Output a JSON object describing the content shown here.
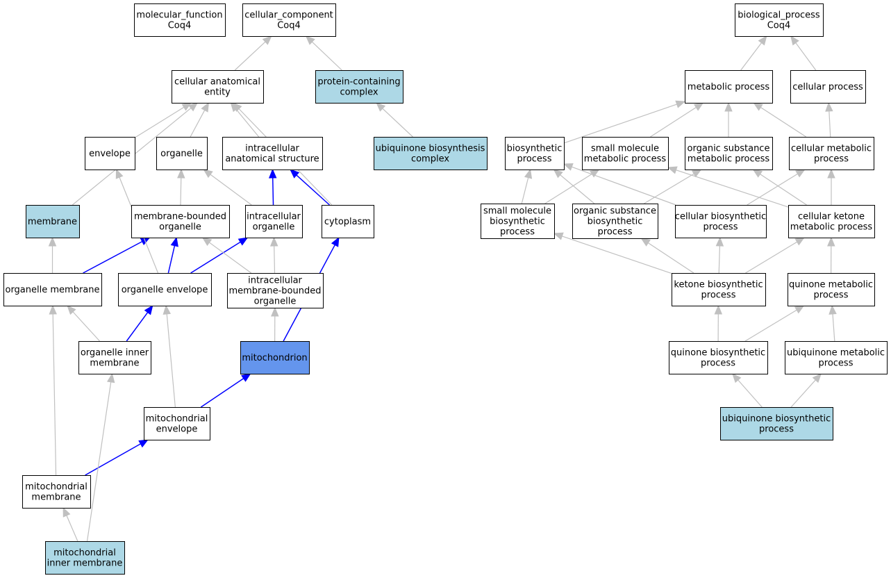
{
  "colors": {
    "default": "#ffffff",
    "highlight": "#add8e6",
    "focus": "#6495ed",
    "edge_gray": "#c0c0c0",
    "edge_blue": "#0000ff"
  },
  "nodes": [
    {
      "id": "mf_root",
      "lines": [
        "molecular_function",
        "Coq4"
      ],
      "fill": "default"
    },
    {
      "id": "cc_root",
      "lines": [
        "cellular_component",
        "Coq4"
      ],
      "fill": "default"
    },
    {
      "id": "bp_root",
      "lines": [
        "biological_process",
        "Coq4"
      ],
      "fill": "default"
    },
    {
      "id": "cae",
      "lines": [
        "cellular anatomical",
        "entity"
      ],
      "fill": "default"
    },
    {
      "id": "pcc",
      "lines": [
        "protein-containing",
        "complex"
      ],
      "fill": "highlight"
    },
    {
      "id": "ubc",
      "lines": [
        "ubiquinone biosynthesis",
        "complex"
      ],
      "fill": "highlight"
    },
    {
      "id": "envelope",
      "lines": [
        "envelope"
      ],
      "fill": "default"
    },
    {
      "id": "organelle",
      "lines": [
        "organelle"
      ],
      "fill": "default"
    },
    {
      "id": "ias",
      "lines": [
        "intracellular",
        "anatomical structure"
      ],
      "fill": "default"
    },
    {
      "id": "membrane",
      "lines": [
        "membrane"
      ],
      "fill": "highlight"
    },
    {
      "id": "mbo",
      "lines": [
        "membrane-bounded",
        "organelle"
      ],
      "fill": "default"
    },
    {
      "id": "io",
      "lines": [
        "intracellular",
        "organelle"
      ],
      "fill": "default"
    },
    {
      "id": "cytoplasm",
      "lines": [
        "cytoplasm"
      ],
      "fill": "default"
    },
    {
      "id": "om",
      "lines": [
        "organelle membrane"
      ],
      "fill": "default"
    },
    {
      "id": "oe",
      "lines": [
        "organelle envelope"
      ],
      "fill": "default"
    },
    {
      "id": "imbo",
      "lines": [
        "intracellular",
        "membrane-bounded",
        "organelle"
      ],
      "fill": "default"
    },
    {
      "id": "oim",
      "lines": [
        "organelle inner",
        "membrane"
      ],
      "fill": "default"
    },
    {
      "id": "mito",
      "lines": [
        "mitochondrion"
      ],
      "fill": "focus"
    },
    {
      "id": "me",
      "lines": [
        "mitochondrial",
        "envelope"
      ],
      "fill": "default"
    },
    {
      "id": "mm",
      "lines": [
        "mitochondrial",
        "membrane"
      ],
      "fill": "default"
    },
    {
      "id": "mim",
      "lines": [
        "mitochondrial",
        "inner membrane"
      ],
      "fill": "highlight"
    },
    {
      "id": "mp",
      "lines": [
        "metabolic process"
      ],
      "fill": "default"
    },
    {
      "id": "cp",
      "lines": [
        "cellular process"
      ],
      "fill": "default"
    },
    {
      "id": "bsp",
      "lines": [
        "biosynthetic",
        "process"
      ],
      "fill": "default"
    },
    {
      "id": "smmp",
      "lines": [
        "small molecule",
        "metabolic process"
      ],
      "fill": "default"
    },
    {
      "id": "osmp",
      "lines": [
        "organic substance",
        "metabolic process"
      ],
      "fill": "default"
    },
    {
      "id": "cmp",
      "lines": [
        "cellular metabolic",
        "process"
      ],
      "fill": "default"
    },
    {
      "id": "smbp",
      "lines": [
        "small molecule",
        "biosynthetic",
        "process"
      ],
      "fill": "default"
    },
    {
      "id": "osbp",
      "lines": [
        "organic substance",
        "biosynthetic",
        "process"
      ],
      "fill": "default"
    },
    {
      "id": "cbp",
      "lines": [
        "cellular biosynthetic",
        "process"
      ],
      "fill": "default"
    },
    {
      "id": "ckmp",
      "lines": [
        "cellular ketone",
        "metabolic process"
      ],
      "fill": "default"
    },
    {
      "id": "kbp",
      "lines": [
        "ketone biosynthetic",
        "process"
      ],
      "fill": "default"
    },
    {
      "id": "qmp",
      "lines": [
        "quinone metabolic",
        "process"
      ],
      "fill": "default"
    },
    {
      "id": "qbp",
      "lines": [
        "quinone biosynthetic",
        "process"
      ],
      "fill": "default"
    },
    {
      "id": "ump",
      "lines": [
        "ubiquinone metabolic",
        "process"
      ],
      "fill": "default"
    },
    {
      "id": "ubp",
      "lines": [
        "ubiquinone biosynthetic",
        "process"
      ],
      "fill": "highlight"
    }
  ],
  "edges": [
    {
      "from": "cae",
      "to": "cc_root",
      "color": "edge_gray"
    },
    {
      "from": "pcc",
      "to": "cc_root",
      "color": "edge_gray"
    },
    {
      "from": "ubc",
      "to": "pcc",
      "color": "edge_gray"
    },
    {
      "from": "envelope",
      "to": "cae",
      "color": "edge_gray"
    },
    {
      "from": "organelle",
      "to": "cae",
      "color": "edge_gray"
    },
    {
      "from": "ias",
      "to": "cae",
      "color": "edge_gray"
    },
    {
      "from": "membrane",
      "to": "cae",
      "color": "edge_gray"
    },
    {
      "from": "cytoplasm",
      "to": "cae",
      "color": "edge_gray"
    },
    {
      "from": "mbo",
      "to": "organelle",
      "color": "edge_gray"
    },
    {
      "from": "io",
      "to": "organelle",
      "color": "edge_gray"
    },
    {
      "from": "io",
      "to": "ias",
      "color": "edge_blue"
    },
    {
      "from": "cytoplasm",
      "to": "ias",
      "color": "edge_blue"
    },
    {
      "from": "om",
      "to": "membrane",
      "color": "edge_gray"
    },
    {
      "from": "om",
      "to": "mbo",
      "color": "edge_blue"
    },
    {
      "from": "oe",
      "to": "envelope",
      "color": "edge_gray"
    },
    {
      "from": "oe",
      "to": "mbo",
      "color": "edge_blue"
    },
    {
      "from": "oe",
      "to": "io",
      "color": "edge_blue"
    },
    {
      "from": "imbo",
      "to": "mbo",
      "color": "edge_gray"
    },
    {
      "from": "imbo",
      "to": "io",
      "color": "edge_gray"
    },
    {
      "from": "oim",
      "to": "om",
      "color": "edge_gray"
    },
    {
      "from": "oim",
      "to": "oe",
      "color": "edge_blue"
    },
    {
      "from": "mito",
      "to": "imbo",
      "color": "edge_gray"
    },
    {
      "from": "mito",
      "to": "cytoplasm",
      "color": "edge_blue"
    },
    {
      "from": "me",
      "to": "oe",
      "color": "edge_gray"
    },
    {
      "from": "me",
      "to": "mito",
      "color": "edge_blue"
    },
    {
      "from": "mm",
      "to": "om",
      "color": "edge_gray"
    },
    {
      "from": "mm",
      "to": "me",
      "color": "edge_blue"
    },
    {
      "from": "mim",
      "to": "mm",
      "color": "edge_gray"
    },
    {
      "from": "mim",
      "to": "oim",
      "color": "edge_gray"
    },
    {
      "from": "mp",
      "to": "bp_root",
      "color": "edge_gray"
    },
    {
      "from": "cp",
      "to": "bp_root",
      "color": "edge_gray"
    },
    {
      "from": "bsp",
      "to": "mp",
      "color": "edge_gray"
    },
    {
      "from": "smmp",
      "to": "mp",
      "color": "edge_gray"
    },
    {
      "from": "osmp",
      "to": "mp",
      "color": "edge_gray"
    },
    {
      "from": "cmp",
      "to": "mp",
      "color": "edge_gray"
    },
    {
      "from": "cmp",
      "to": "cp",
      "color": "edge_gray"
    },
    {
      "from": "smbp",
      "to": "bsp",
      "color": "edge_gray"
    },
    {
      "from": "smbp",
      "to": "smmp",
      "color": "edge_gray"
    },
    {
      "from": "osbp",
      "to": "bsp",
      "color": "edge_gray"
    },
    {
      "from": "osbp",
      "to": "osmp",
      "color": "edge_gray"
    },
    {
      "from": "cbp",
      "to": "bsp",
      "color": "edge_gray"
    },
    {
      "from": "cbp",
      "to": "cmp",
      "color": "edge_gray"
    },
    {
      "from": "ckmp",
      "to": "smmp",
      "color": "edge_gray"
    },
    {
      "from": "ckmp",
      "to": "osmp",
      "color": "edge_gray"
    },
    {
      "from": "ckmp",
      "to": "cmp",
      "color": "edge_gray"
    },
    {
      "from": "kbp",
      "to": "smbp",
      "color": "edge_gray"
    },
    {
      "from": "kbp",
      "to": "osbp",
      "color": "edge_gray"
    },
    {
      "from": "kbp",
      "to": "cbp",
      "color": "edge_gray"
    },
    {
      "from": "kbp",
      "to": "ckmp",
      "color": "edge_gray"
    },
    {
      "from": "qmp",
      "to": "ckmp",
      "color": "edge_gray"
    },
    {
      "from": "qbp",
      "to": "kbp",
      "color": "edge_gray"
    },
    {
      "from": "qbp",
      "to": "qmp",
      "color": "edge_gray"
    },
    {
      "from": "ump",
      "to": "qmp",
      "color": "edge_gray"
    },
    {
      "from": "ubp",
      "to": "qbp",
      "color": "edge_gray"
    },
    {
      "from": "ubp",
      "to": "ump",
      "color": "edge_gray"
    }
  ]
}
